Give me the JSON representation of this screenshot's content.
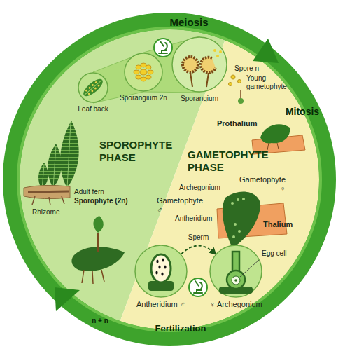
{
  "diagram": {
    "nodes": [
      {
        "text": [
          "SPOROPHYTE PHASE"
        ]
      },
      {
        "text": [
          "GAMETOPHYTE PHASE"
        ]
      },
      {
        "text": [
          "Leaf back"
        ],
        "in": 0
      },
      {
        "text": [
          "Sporangium 2n"
        ],
        "in": 0
      },
      {
        "text": [
          "Sporangium"
        ],
        "in": 0
      },
      {
        "text": [
          "Antheridium ♂"
        ],
        "in": 1
      },
      {
        "text": [
          "♀ Archegonium"
        ],
        "in": 1
      }
    ],
    "edges": [
      {
        "from": 5,
        "to": 6,
        "arrow": "to",
        "label": "Sperm"
      }
    ],
    "labels": [
      "Meiosis",
      "Spore n",
      "Young gametophyte",
      "Mitosis",
      "Prothalium",
      "Gametophyte ♀",
      "Archegonium",
      "Rhizome",
      "Adult fern",
      "Sporophyte (2n)",
      "Gametophyte ♂",
      "Antheridium",
      "Thalium",
      "Egg cell",
      "n + n",
      "Fertilization"
    ]
  }
}
